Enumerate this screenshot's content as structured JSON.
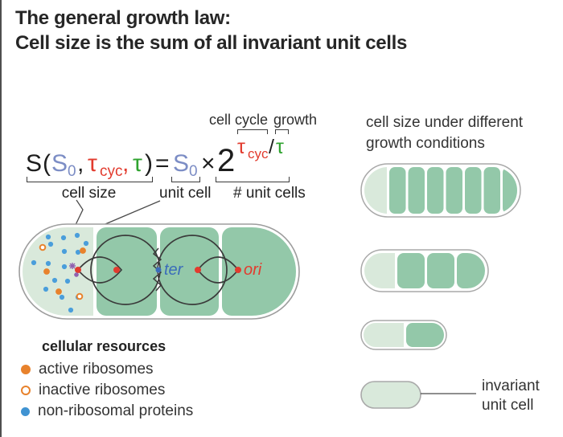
{
  "title": {
    "line1": "The general growth law:",
    "line2": "Cell size is the sum of all invariant unit cells"
  },
  "formula": {
    "annotations_top": {
      "cell_cycle": "cell cycle",
      "growth": "growth"
    },
    "tokens": {
      "S": "S",
      "lparen": "(",
      "S0_base": "S",
      "S0_sub": "0",
      "comma1": ",",
      "tau_cyc_base": "τ",
      "tau_cyc_sub": "cyc",
      "comma2": ",",
      "tau": "τ",
      "rparen": ")",
      "equals": "=",
      "times": "×",
      "base2": "2",
      "slash": "/"
    },
    "annotations_bottom": {
      "cell_size": "cell size",
      "unit_cell": "unit cell",
      "num_unit_cells": "# unit cells"
    }
  },
  "main_cell": {
    "sections": 4,
    "ter_label": "ter",
    "ori_label": "ori"
  },
  "legend": {
    "title": "cellular resources",
    "items": [
      {
        "marker": "filled-orange-dot",
        "label": "active ribosomes"
      },
      {
        "marker": "open-orange-circle",
        "label": "inactive ribosomes"
      },
      {
        "marker": "filled-blue-dot",
        "label": "non-ribosomal proteins"
      }
    ]
  },
  "right_panel": {
    "heading_line1": "cell size under different",
    "heading_line2": "growth conditions",
    "cells": [
      {
        "name": "fast-growth-cell",
        "sections": 8
      },
      {
        "name": "medium-growth-cell",
        "sections": 4
      },
      {
        "name": "slow-growth-cell",
        "sections": 2
      },
      {
        "name": "invariant-unit-cell",
        "sections": 1
      }
    ],
    "invariant_label_line1": "invariant",
    "invariant_label_line2": "unit cell"
  },
  "colors": {
    "unit_cell_green": "#93c8a9",
    "cap_light_green": "#d9e9db",
    "s0_blue": "#7c8dc5",
    "tau_cyc_red": "#e23b2e",
    "tau_green": "#2fa32f",
    "ter_blue": "#3a6cba",
    "ori_red": "#e23b2e",
    "active_ribosome_orange": "#e8822c",
    "non_ribosomal_blue": "#4093d2",
    "divisome_purple": "#8f5fae",
    "outline_gray": "#a3a3a3"
  }
}
